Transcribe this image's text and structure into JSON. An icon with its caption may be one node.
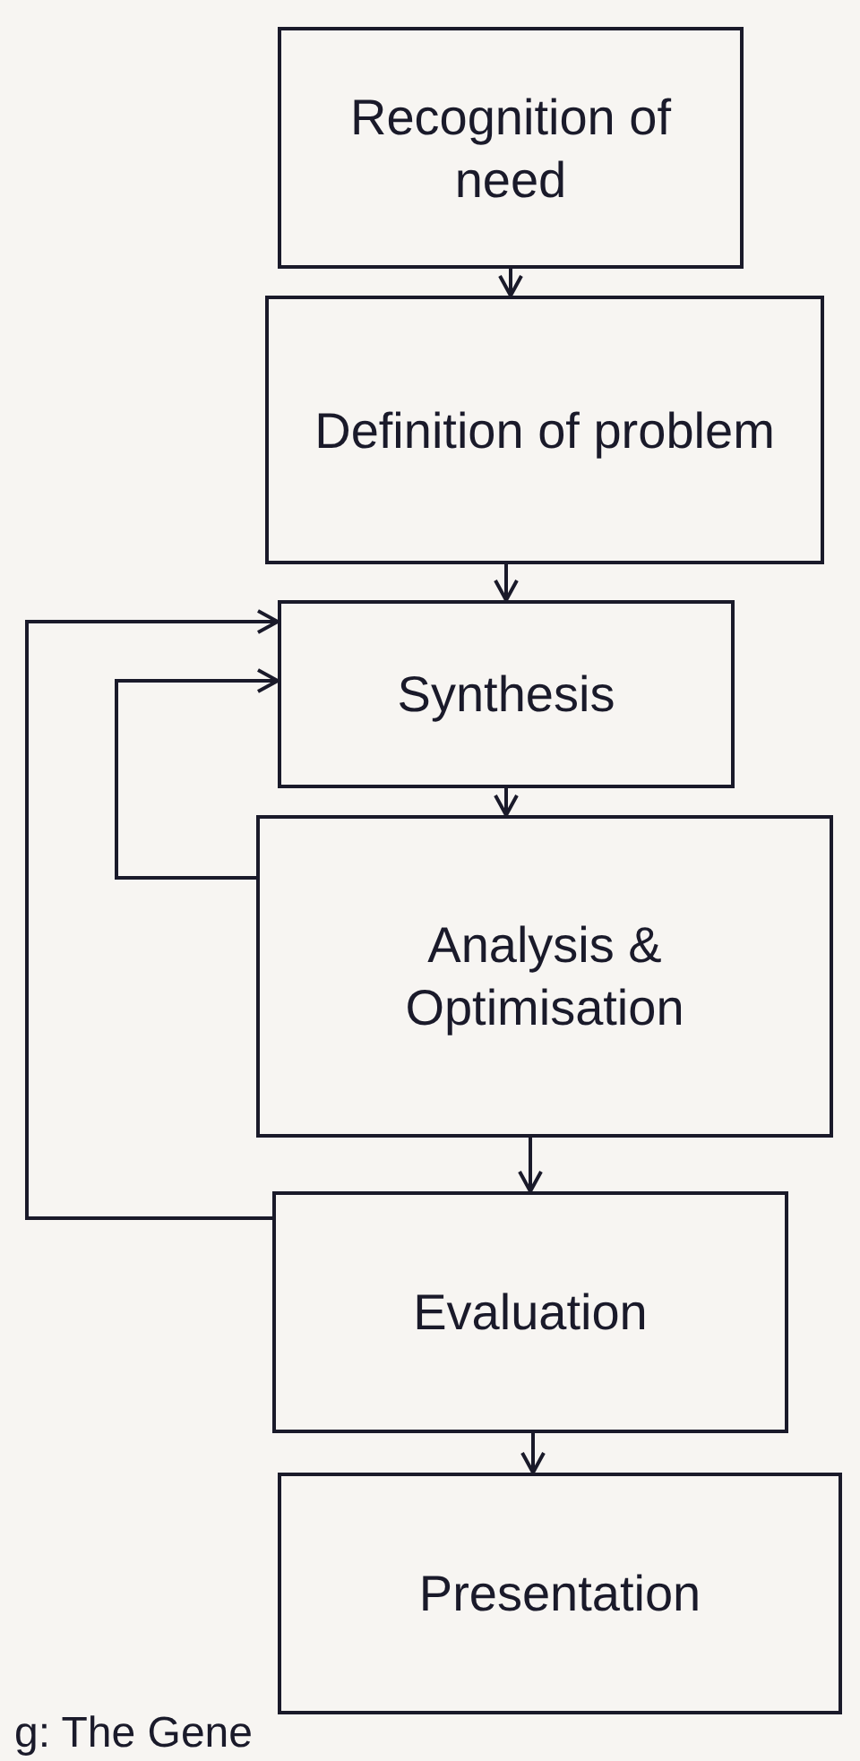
{
  "diagram": {
    "nodes": [
      {
        "text": [
          "Recognition of need"
        ]
      },
      {
        "text": [
          "Definition of problem"
        ]
      },
      {
        "text": [
          "Synthesis"
        ]
      },
      {
        "text": [
          "Analysis & Optimisation"
        ]
      },
      {
        "text": [
          "Evaluation"
        ]
      },
      {
        "text": [
          "Presentation"
        ]
      }
    ],
    "edges": [
      {
        "from": 0,
        "to": 1,
        "arrow": "to"
      },
      {
        "from": 1,
        "to": 2,
        "arrow": "to"
      },
      {
        "from": 2,
        "to": 3,
        "arrow": "to"
      },
      {
        "from": 3,
        "to": 4,
        "arrow": "to"
      },
      {
        "from": 4,
        "to": 5,
        "arrow": "to"
      },
      {
        "from": 3,
        "to": 2,
        "arrow": "to"
      },
      {
        "from": 4,
        "to": 2,
        "arrow": "to"
      }
    ],
    "labels": [
      "g: The Gene"
    ]
  }
}
